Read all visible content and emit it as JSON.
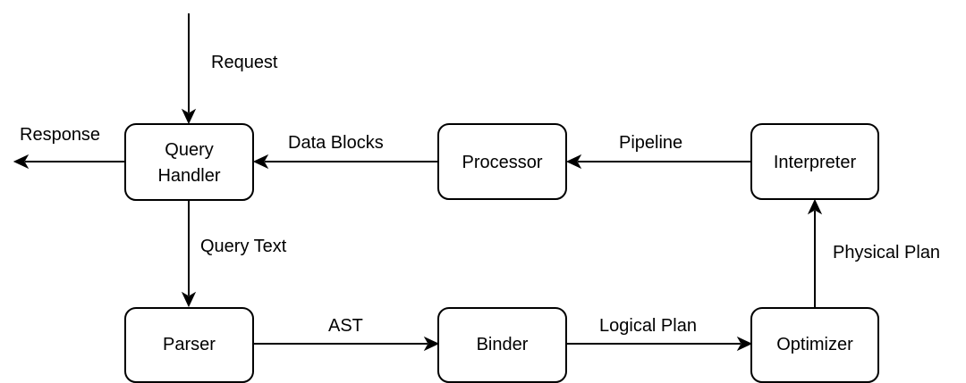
{
  "nodes": {
    "query_handler": {
      "lines": [
        "Query",
        "Handler"
      ]
    },
    "processor": {
      "lines": [
        "Processor"
      ]
    },
    "interpreter": {
      "lines": [
        "Interpreter"
      ]
    },
    "parser": {
      "lines": [
        "Parser"
      ]
    },
    "binder": {
      "lines": [
        "Binder"
      ]
    },
    "optimizer": {
      "lines": [
        "Optimizer"
      ]
    }
  },
  "edges": {
    "request": "Request",
    "response": "Response",
    "data_blocks": "Data Blocks",
    "pipeline": "Pipeline",
    "query_text": "Query Text",
    "ast": "AST",
    "logical_plan": "Logical Plan",
    "physical_plan": "Physical Plan"
  },
  "colors": {
    "stroke": "#000000",
    "fill": "#ffffff",
    "text": "#000000"
  }
}
